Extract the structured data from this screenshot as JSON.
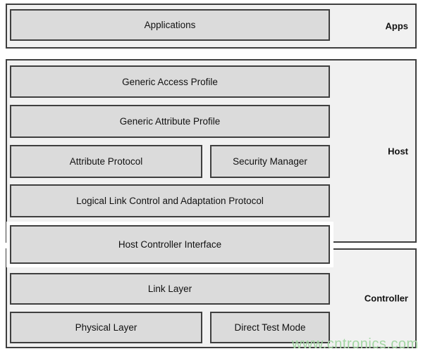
{
  "diagram": {
    "title_hint": "Bluetooth Low Energy protocol stack block diagram",
    "sections": {
      "apps": {
        "label": "Apps",
        "boxes": {
          "applications": "Applications"
        }
      },
      "host": {
        "label": "Host",
        "boxes": {
          "gap": "Generic Access Profile",
          "gatt": "Generic Attribute Profile",
          "att": "Attribute Protocol",
          "smp": "Security Manager",
          "l2cap": "Logical Link Control and Adaptation Protocol",
          "hci": "Host Controller Interface"
        }
      },
      "controller": {
        "label": "Controller",
        "boxes": {
          "link_layer": "Link Layer",
          "physical_layer": "Physical Layer",
          "direct_test_mode": "Direct Test Mode"
        }
      }
    },
    "watermark": "www.cntronics.com",
    "colors": {
      "section_background": "#f1f1f1",
      "box_background": "#dbdbdb",
      "border": "#3f3f3f",
      "text": "#111111",
      "watermark_green": "#a3d6a3",
      "page_background": "#ffffff"
    }
  }
}
